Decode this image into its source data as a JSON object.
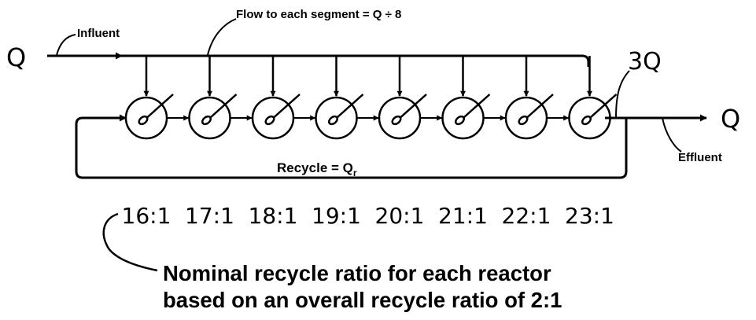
{
  "labels": {
    "q_in": "Q",
    "influent": "Influent",
    "flow_note": "Flow to each segment = Q ÷ 8",
    "three_q": "3Q",
    "q_out": "Q",
    "effluent": "Effluent",
    "recycle": "Recycle = Q",
    "recycle_sub": "r",
    "note_line1": "Nominal recycle ratio for each reactor",
    "note_line2": "based on an overall recycle ratio of 2:1"
  },
  "reactors": [
    {
      "ratio": "16:1"
    },
    {
      "ratio": "17:1"
    },
    {
      "ratio": "18:1"
    },
    {
      "ratio": "19:1"
    },
    {
      "ratio": "20:1"
    },
    {
      "ratio": "21:1"
    },
    {
      "ratio": "22:1"
    },
    {
      "ratio": "23:1"
    }
  ]
}
